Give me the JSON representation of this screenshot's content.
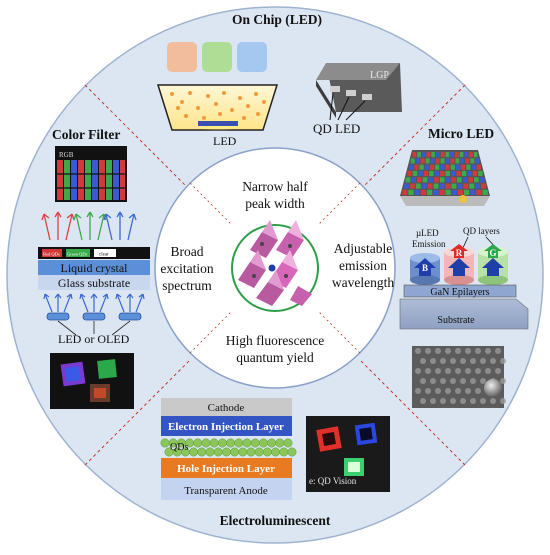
{
  "quadrants": {
    "top": "On Chip (LED)",
    "left": "Color Filter",
    "right": "Micro LED",
    "bottom": "Electroluminescent"
  },
  "center": {
    "properties": [
      "Narrow half",
      "peak width",
      "Broad",
      "excitation",
      "spectrum",
      "Adjustable",
      "emission",
      "wavelength",
      "High fluorescence",
      "quantum yield"
    ]
  },
  "on_chip": {
    "led_label": "LED",
    "lgp_label": "LGP",
    "qd_led_label": "QD LED"
  },
  "color_filter": {
    "rgb_label": "RGB",
    "subpixel_labels": [
      "Red QDs",
      "Green QDs",
      "clear"
    ],
    "liquid_crystal": "Liquid crystal",
    "glass_substrate": "Glass substrate",
    "led_oled": "LED or OLED"
  },
  "micro_led": {
    "qd_layers": "QD layers",
    "uled_emission_1": "µLED",
    "uled_emission_2": "Emission",
    "pixel_letters": [
      "B",
      "R",
      "G"
    ],
    "gan_epilayers": "GaN Epilayers",
    "substrate": "Substrate"
  },
  "electroluminescent": {
    "layers": [
      "Cathode",
      "Electron Injection Layer",
      "QDs",
      "Hole Injection Layer",
      "Transparent Anode"
    ],
    "credit": "e: QD Vision"
  },
  "colors": {
    "outer_ring": "#dce6f2",
    "outer_stroke": "#9fb3cf",
    "divider": "#c0392b",
    "inner_circle_stroke": "#8aa0c8",
    "green_ring": "#2e9e47",
    "octahedron": "#d966b8",
    "electron_layer": "#3355c4",
    "hole_layer": "#e87b22",
    "qd_dot": "#8cc55a"
  }
}
